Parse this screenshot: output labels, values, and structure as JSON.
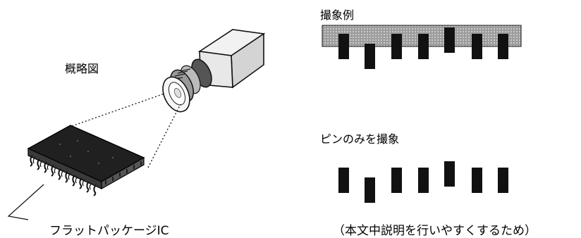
{
  "labels": {
    "overview": "概略図",
    "flat_package_ic": "フラットパッケージIC",
    "imaging_example": "撮象例",
    "pins_only": "ピンのみを撮象",
    "note": "（本文中説明を行いやすくするため）"
  },
  "pin_images": {
    "pin_offsets": [
      0,
      14,
      0,
      0,
      -9,
      0,
      0
    ],
    "colors": {
      "pin": "#111111",
      "body": "#a0a0a0",
      "body_grid": "#c8c8c8"
    }
  },
  "icons": [
    "camera-icon",
    "ic-chip-icon"
  ]
}
